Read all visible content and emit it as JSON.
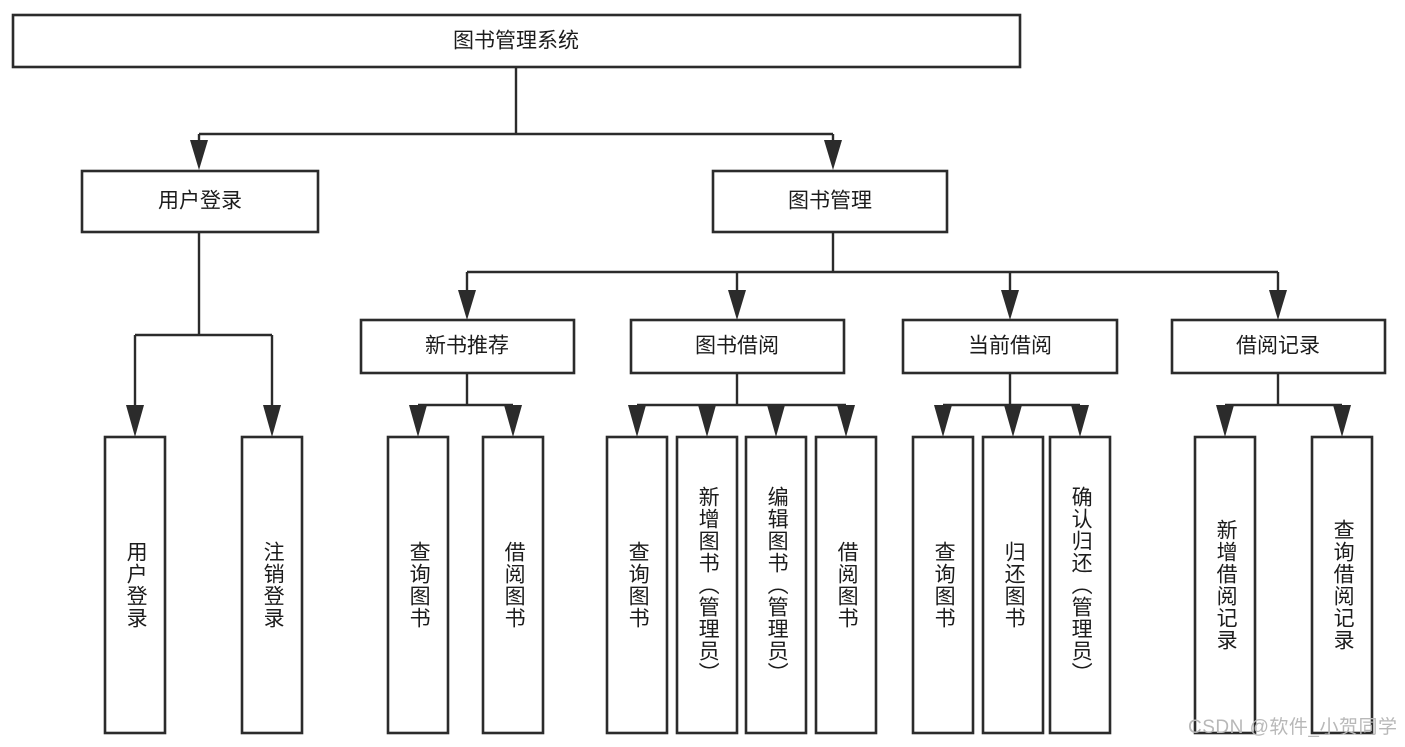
{
  "diagram": {
    "type": "tree",
    "title_node": "图书管理系统",
    "orientation": "top-down",
    "colors": {
      "box_stroke": "#2b2b2b",
      "box_fill": "#ffffff",
      "connector": "#2b2b2b",
      "text": "#1c1c1c",
      "watermark": "#b8b8b8",
      "background": "#ffffff"
    },
    "root": {
      "id": "root",
      "label": "图书管理系统"
    },
    "level2": [
      {
        "id": "user-login",
        "label": "用户登录"
      },
      {
        "id": "book-manage",
        "label": "图书管理"
      }
    ],
    "level3": [
      {
        "id": "new-book-recommend",
        "label": "新书推荐",
        "parent": "book-manage"
      },
      {
        "id": "book-borrow",
        "label": "图书借阅",
        "parent": "book-manage"
      },
      {
        "id": "current-borrow",
        "label": "当前借阅",
        "parent": "book-manage"
      },
      {
        "id": "borrow-record",
        "label": "借阅记录",
        "parent": "book-manage"
      }
    ],
    "leaves": [
      {
        "id": "leaf-user-login",
        "label": "用户登录",
        "parent": "user-login"
      },
      {
        "id": "leaf-logout",
        "label": "注销登录",
        "parent": "user-login"
      },
      {
        "id": "leaf-query-book-1",
        "label": "查询图书",
        "parent": "new-book-recommend"
      },
      {
        "id": "leaf-borrow-book-1",
        "label": "借阅图书",
        "parent": "new-book-recommend"
      },
      {
        "id": "leaf-query-book-2",
        "label": "查询图书",
        "parent": "book-borrow"
      },
      {
        "id": "leaf-add-book",
        "label": "新增图书（管理员）",
        "parent": "book-borrow"
      },
      {
        "id": "leaf-edit-book",
        "label": "编辑图书（管理员）",
        "parent": "book-borrow"
      },
      {
        "id": "leaf-borrow-book-2",
        "label": "借阅图书",
        "parent": "book-borrow"
      },
      {
        "id": "leaf-query-book-3",
        "label": "查询图书",
        "parent": "current-borrow"
      },
      {
        "id": "leaf-return-book",
        "label": "归还图书",
        "parent": "current-borrow"
      },
      {
        "id": "leaf-confirm-return",
        "label": "确认归还（管理员）",
        "parent": "current-borrow"
      },
      {
        "id": "leaf-add-record",
        "label": "新增借阅记录",
        "parent": "borrow-record"
      },
      {
        "id": "leaf-query-record",
        "label": "查询借阅记录",
        "parent": "borrow-record"
      }
    ]
  },
  "watermark": {
    "text": "CSDN @软件_小贺同学"
  }
}
